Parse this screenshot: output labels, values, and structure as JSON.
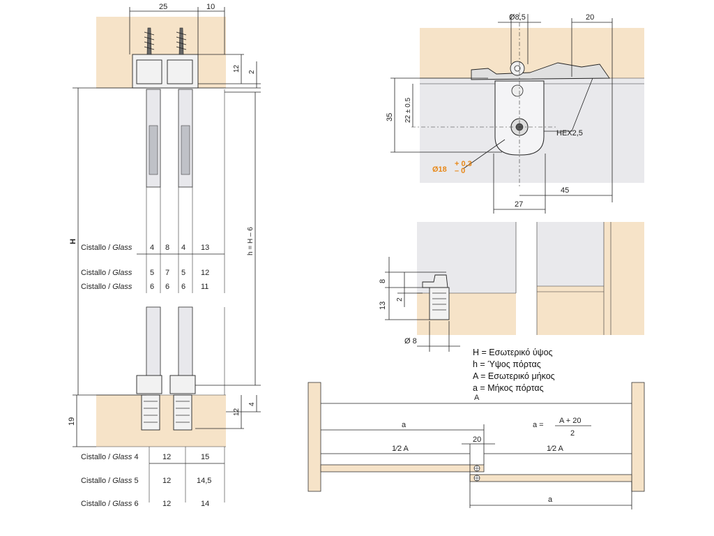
{
  "left_view": {
    "top_dims": [
      "25",
      "10"
    ],
    "side_dims_top": [
      "12",
      "2"
    ],
    "big_dim": "H",
    "door_dim": "h = H – 6",
    "bottom_left_dim": "19",
    "side_dims_bottom": [
      "12",
      "4"
    ],
    "glass_table_top": [
      {
        "label": "Cistallo / ",
        "label_it": "Glass",
        "v": [
          "4",
          "8",
          "4",
          "13"
        ]
      },
      {
        "label": "Cistallo / ",
        "label_it": "Glass",
        "v": [
          "5",
          "7",
          "5",
          "12"
        ]
      },
      {
        "label": "Cistallo / ",
        "label_it": "Glass",
        "v": [
          "6",
          "6",
          "6",
          "11"
        ]
      }
    ],
    "glass_table_bottom": [
      {
        "label": "Cistallo / ",
        "label_it": "Glass",
        "n": "4",
        "v": [
          "12",
          "15"
        ]
      },
      {
        "label": "Cistallo / ",
        "label_it": "Glass",
        "n": "5",
        "v": [
          "12",
          "14,5"
        ]
      },
      {
        "label": "Cistallo / ",
        "label_it": "Glass",
        "n": "6",
        "v": [
          "12",
          "14"
        ]
      }
    ]
  },
  "right_top": {
    "dia_top": "Ø8,5",
    "dim_20": "20",
    "dim_35": "35",
    "dim_22": "22 ± 0.5",
    "hex": "HEX2,5",
    "dia_18": "Ø18",
    "tol_plus": "+ 0.3",
    "tol_minus": "– 0",
    "dim_45": "45",
    "dim_27": "27"
  },
  "right_mid": {
    "dim_8": "8",
    "dim_2": "2",
    "dim_13": "13",
    "dia_8": "Ø 8"
  },
  "legend": [
    "H = Εσωτερικό ύψος",
    "h = Ύψος πόρτας",
    "A = Εσωτερικό μήκος",
    "a = Μήκος πόρτας"
  ],
  "bottom_plan": {
    "A": "A",
    "a": "a",
    "formula_lhs": "a =",
    "formula_num": "A + 20",
    "formula_den": "2",
    "half_left": "1⁄2 A",
    "half_right": "1⁄2 A",
    "dim_20": "20",
    "a_bottom": "a"
  },
  "colors": {
    "wood": "#f6e3c8",
    "grey": "#e9e9ec",
    "accent": "#e8891a"
  }
}
